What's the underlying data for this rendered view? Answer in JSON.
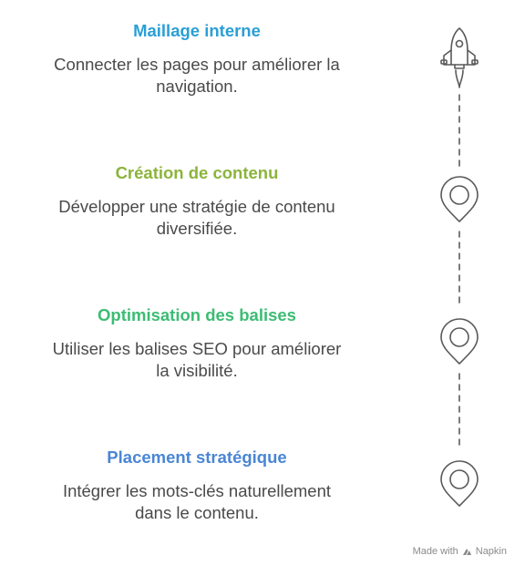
{
  "steps": [
    {
      "title": "Maillage interne",
      "desc_line1": "Connecter les pages pour améliorer la",
      "desc_line2": "navigation.",
      "color": "#2a9fd6",
      "marker": "rocket-icon"
    },
    {
      "title": "Création de contenu",
      "desc_line1": "Développer une stratégie de contenu",
      "desc_line2": "diversifiée.",
      "color": "#8cb43c",
      "marker": "map-pin-icon"
    },
    {
      "title": "Optimisation des balises",
      "desc_line1": "Utiliser les balises SEO pour améliorer",
      "desc_line2": "la visibilité.",
      "color": "#3cbc74",
      "marker": "map-pin-icon"
    },
    {
      "title": "Placement stratégique",
      "desc_line1": "Intégrer les mots-clés naturellement",
      "desc_line2": "dans le contenu.",
      "color": "#4a86d4",
      "marker": "map-pin-icon"
    }
  ],
  "watermark": {
    "made_with": "Made with",
    "brand": "Napkin"
  }
}
